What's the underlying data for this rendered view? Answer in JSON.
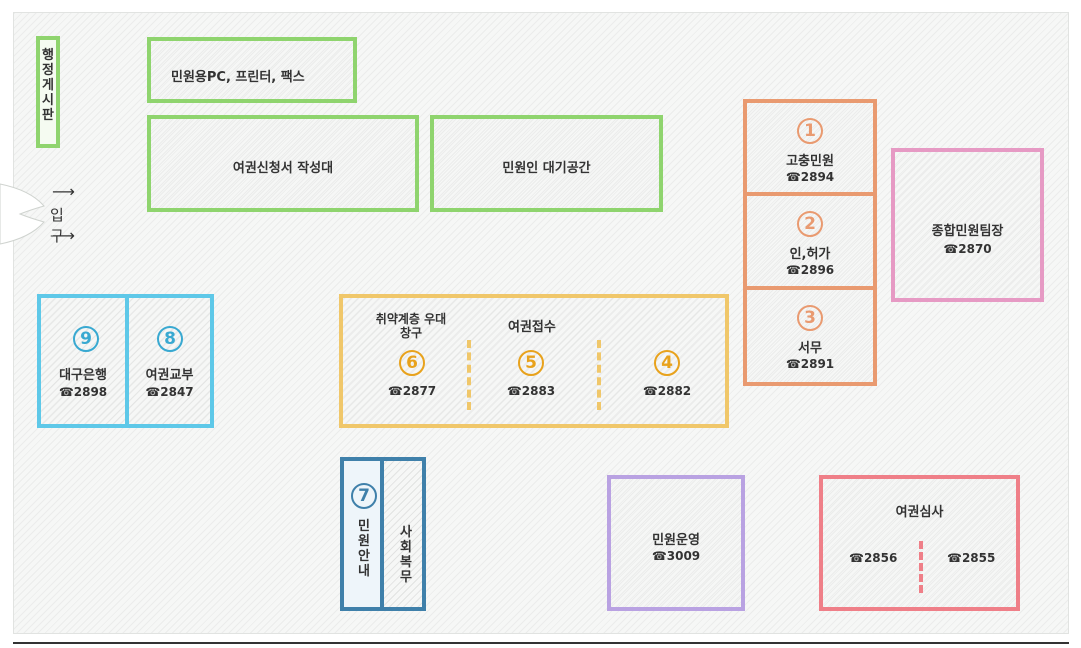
{
  "entrance": {
    "label": "입구",
    "arrow": "⟶"
  },
  "bulletin": {
    "text": "행정게시판"
  },
  "pc_area": {
    "label": "민원용PC, 프린터, 팩스"
  },
  "form_desk": {
    "label": "여권신청서 작성대"
  },
  "waiting": {
    "label": "민원인 대기공간"
  },
  "counters_right": [
    {
      "num": "①",
      "name": "고충민원",
      "tel": "☎2894"
    },
    {
      "num": "②",
      "name": "인,허가",
      "tel": "☎2896"
    },
    {
      "num": "③",
      "name": "서무",
      "tel": "☎2891"
    }
  ],
  "team_leader": {
    "name": "종합민원팀장",
    "tel": "☎2870"
  },
  "bank": {
    "num": "⑨",
    "name": "대구은행",
    "tel": "☎2898"
  },
  "passport_issue": {
    "num": "⑧",
    "name": "여권교부",
    "tel": "☎2847"
  },
  "passport_reception": {
    "title": "여권접수",
    "vulnerable": {
      "name": "취약계층 우대창구",
      "num": "⑥",
      "tel": "☎2877"
    },
    "c5": {
      "num": "⑤",
      "tel": "☎2883"
    },
    "c4": {
      "num": "④",
      "tel": "☎2882"
    }
  },
  "guide": {
    "num": "⑦",
    "text": "민원안내"
  },
  "social_service": {
    "text": "사회복무"
  },
  "operation": {
    "name": "민원운영",
    "tel": "☎3009"
  },
  "passport_review": {
    "name": "여권심사",
    "tel_left": "☎2856",
    "tel_right": "☎2855"
  },
  "colors": {
    "green": "#8fd46e",
    "orange": "#e99a70",
    "pink": "#e69ac4",
    "blue": "#5ec8e8",
    "yellow": "#f0c76a",
    "yellow_text": "#e8a21c",
    "steel": "#3f80aa",
    "purple": "#b9a2e2",
    "red": "#ef7f88"
  }
}
